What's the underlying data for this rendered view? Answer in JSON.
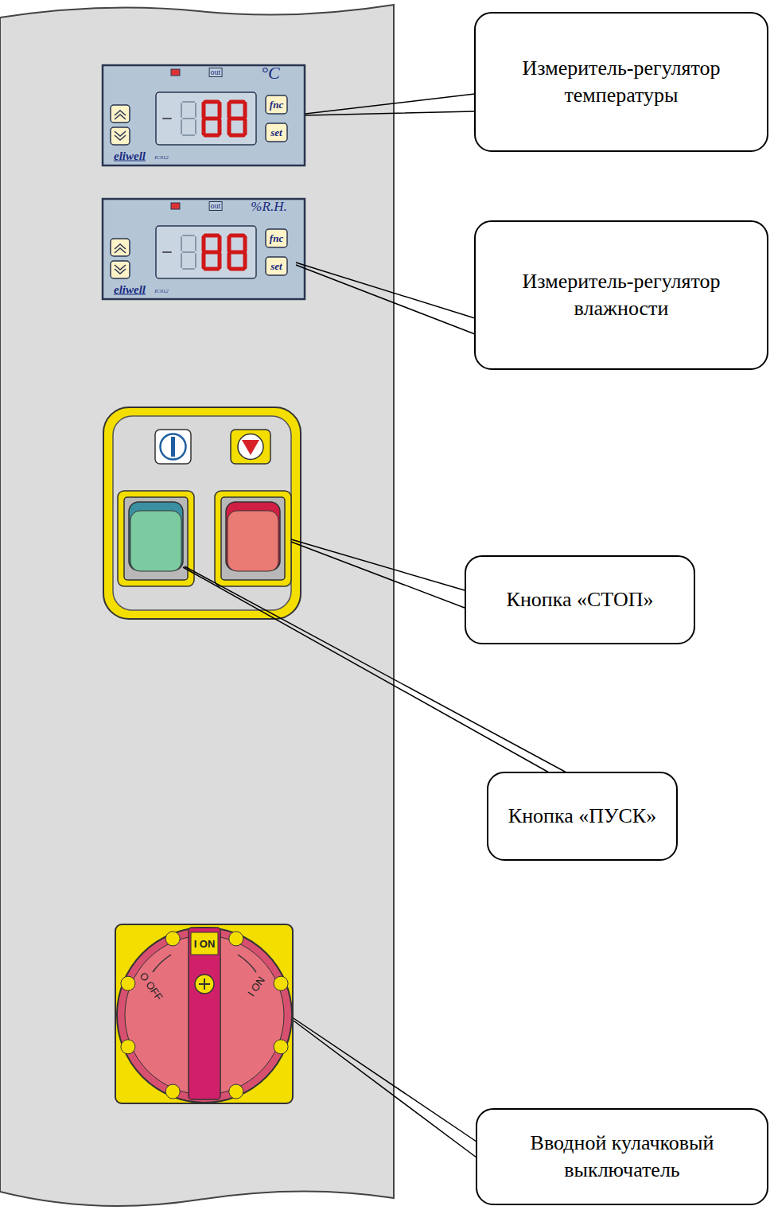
{
  "diagram": {
    "nodes": [
      {
        "text": [
          "Измеритель-регулятор температуры"
        ]
      },
      {
        "text": [
          "Измеритель-регулятор влажности"
        ]
      },
      {
        "text": [
          "Кнопка «СТОП»"
        ]
      },
      {
        "text": [
          "Кнопка «ПУСК»"
        ]
      },
      {
        "text": [
          "Вводной кулачковый выключатель"
        ]
      }
    ],
    "labels": [
      "out",
      "°C",
      "fnc",
      "set",
      "eliwell",
      "IC912",
      "out",
      "%R.H.",
      "fnc",
      "set",
      "eliwell",
      "IC912",
      "I ON",
      "O OFF",
      "I ON"
    ]
  }
}
